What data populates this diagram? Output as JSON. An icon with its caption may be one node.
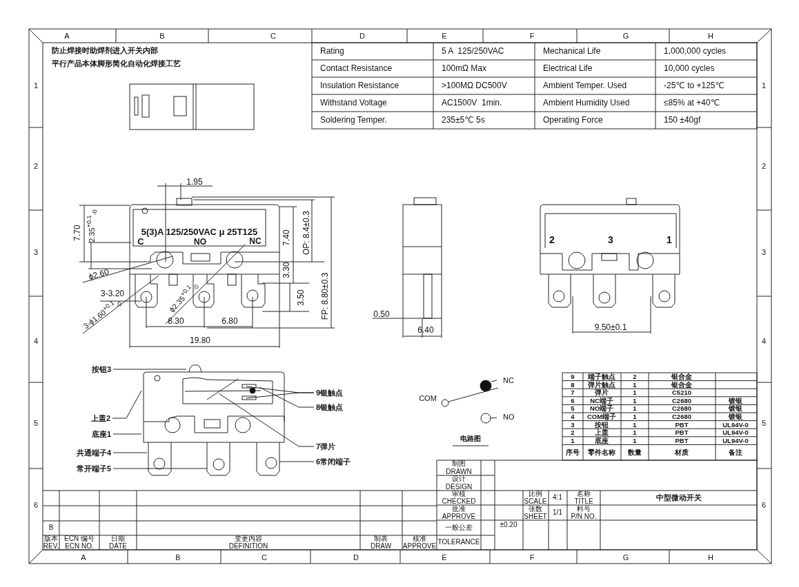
{
  "diagram": {
    "nodes": [
      {
        "text": [
          "按钮3"
        ]
      },
      {
        "text": [
          "上盖2"
        ]
      },
      {
        "text": [
          "底座1"
        ]
      },
      {
        "text": [
          "共通端子4"
        ]
      },
      {
        "text": [
          "常开端子5"
        ]
      },
      {
        "text": [
          "9银触点"
        ]
      },
      {
        "text": [
          "8银触点"
        ]
      },
      {
        "text": [
          "7弹片"
        ]
      },
      {
        "text": [
          "6常闭端子"
        ]
      },
      {
        "text": [],
        "shape": "picture"
      }
    ],
    "edges": [
      {
        "from": 0,
        "to": 9,
        "arrow": "none"
      },
      {
        "from": 1,
        "to": 9,
        "arrow": "none"
      },
      {
        "from": 2,
        "to": 9,
        "arrow": "none"
      },
      {
        "from": 3,
        "to": 9,
        "arrow": "none"
      },
      {
        "from": 4,
        "to": 9,
        "arrow": "none"
      },
      {
        "from": 5,
        "to": 9,
        "arrow": "none"
      },
      {
        "from": 5,
        "to": 9,
        "arrow": "none"
      },
      {
        "from": 6,
        "to": 9,
        "arrow": "none"
      },
      {
        "from": 7,
        "to": 9,
        "arrow": "none"
      },
      {
        "from": 8,
        "to": 9,
        "arrow": "none"
      }
    ],
    "labels": [
      "A",
      "B",
      "C",
      "D",
      "E",
      "F",
      "G",
      "H",
      "A",
      "B",
      "C",
      "D",
      "E",
      "F",
      "G",
      "H",
      "1",
      "2",
      "3",
      "4",
      "5",
      "6",
      "1",
      "2",
      "3",
      "4",
      "5",
      "6",
      "防止焊接时助焊剂进入开关内部",
      "平行产品本体脚形简化自动化焊接工艺",
      "Rating",
      "5 A  125/250VAC",
      "Mechanical Life",
      "1,000,000 cycles",
      "Contact Resistance",
      "100mΩ Max",
      "Electrical Life",
      "10,000 cycles",
      "Insulation Resistance",
      ">100MΩ DC500V",
      "Ambient Temper. Used",
      "-25℃ to +125℃",
      "Withstand Voltage",
      "AC1500V  1min.",
      "Ambient Humidity Used",
      "≤85% at +40℃",
      "Soldering Temper.",
      "235±5℃ 5s",
      "Operating Force",
      "150 ±40gf",
      "1.95",
      "7.70",
      "2.35$^{+0.1}$$_{-0}$",
      "5(3)A 125/250VAC μ 25T125",
      "C",
      "NO",
      "NC",
      "7.40",
      "OP: 8.4±0.3",
      "ϕ2.60",
      "3.30",
      "3-3.20",
      "3.50",
      "3-ϕ1.60$^{+0.1}$$_{-0}$",
      "ϕ2.35$^{+0.1}$$_{-0}$",
      "FP: 8.80±0.3",
      "8.30",
      "6.80",
      "19.80",
      "0.50",
      "6.40",
      "2",
      "3",
      "1",
      "9.50±0.1",
      "NC",
      "COM",
      "NO",
      "电路图",
      "9",
      "端子触点",
      "2",
      "银合金",
      "8",
      "弹片触点",
      "1",
      "银合金",
      "7",
      "弹片",
      "1",
      "C5210",
      "6",
      "NC端子",
      "1",
      "C2680",
      "镀银",
      "5",
      "NO端子",
      "1",
      "C2680",
      "镀银",
      "4",
      "COM端子",
      "1",
      "C2680",
      "镀银",
      "3",
      "按钮",
      "1",
      "PBT",
      "UL94V-0",
      "2",
      "上盖",
      "1",
      "PBT",
      "UL94V-0",
      "1",
      "底座",
      "1",
      "PBT",
      "UL94V-0",
      "序号",
      "零件名称",
      "数量",
      "材质",
      "备注",
      "制图",
      "DRAWN",
      "设计",
      "DESIGN",
      "审核",
      "CHECKED",
      "比例",
      "SCALE",
      "4:1",
      "名称",
      "TITLE",
      "中型微动开关",
      "批准",
      "APPROVE",
      "张数",
      "SHEET",
      "1/1",
      "料号",
      "P/N NO.",
      "±0.20",
      "一般公差",
      "TOLERANCE",
      "B",
      "版本",
      "REV.",
      "ECN 编号",
      "ECN NO.",
      "日期",
      "DATE",
      "变更内容",
      "DEFINITION",
      "制表",
      "DRAW",
      "核准",
      "APPROVE"
    ]
  }
}
